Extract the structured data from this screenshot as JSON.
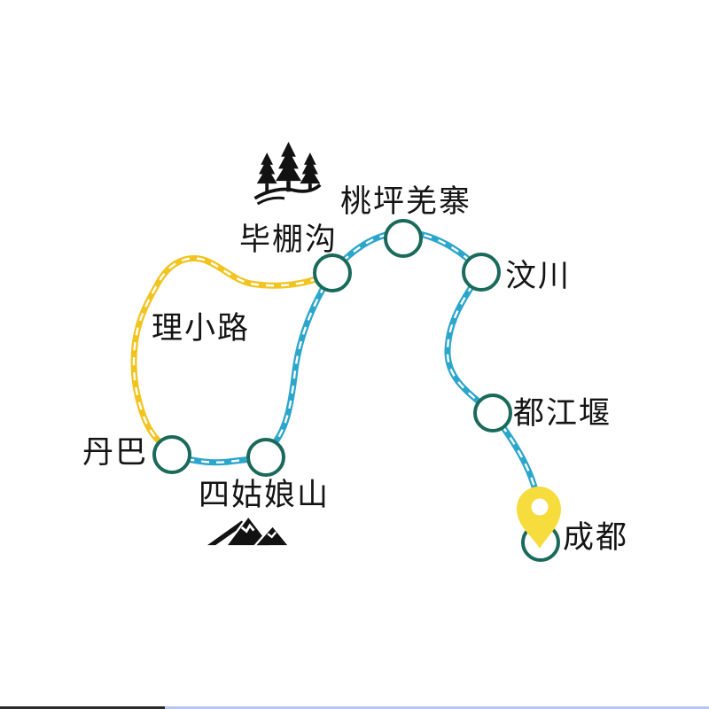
{
  "map": {
    "background_color": "#ffffff",
    "labels": [
      {
        "name": "taoping-qiang-village",
        "label": "桃坪羌寨",
        "marker": "circle"
      },
      {
        "name": "bipenggou",
        "label": "毕棚沟",
        "marker": "circle"
      },
      {
        "name": "wenchuan",
        "label": "汶川",
        "marker": "circle"
      },
      {
        "name": "li-xiao-road",
        "label": "理小路",
        "marker": "none"
      },
      {
        "name": "danba",
        "label": "丹巴",
        "marker": "circle"
      },
      {
        "name": "mount-siguniang",
        "label": "四姑娘山",
        "marker": "circle"
      },
      {
        "name": "dujiangyan",
        "label": "都江堰",
        "marker": "circle"
      },
      {
        "name": "chengdu",
        "label": "成都",
        "marker": "circle-with-pin"
      }
    ],
    "routes": [
      {
        "name": "teal-route",
        "color": "#2CA6CB",
        "style": "road-with-white-dashes",
        "stops": [
          "成都",
          "都江堰",
          "汶川",
          "桃坪羌寨",
          "毕棚沟",
          "四姑娘山",
          "丹巴"
        ]
      },
      {
        "name": "yellow-route",
        "color": "#F2C41F",
        "style": "road-with-white-dashes",
        "stops": [
          "毕棚沟",
          "丹巴"
        ]
      }
    ],
    "node_style": {
      "stroke": "#1A6A5B",
      "fill": "#ffffff"
    },
    "pin_color": "#F6DC3C",
    "icon_color": "#121212",
    "icons": [
      "pine-trees-icon",
      "mountains-icon",
      "location-pin-icon"
    ],
    "bottom_bar": {
      "dark_color": "#2B2B2B",
      "light_color": "#B5C8F2"
    }
  }
}
